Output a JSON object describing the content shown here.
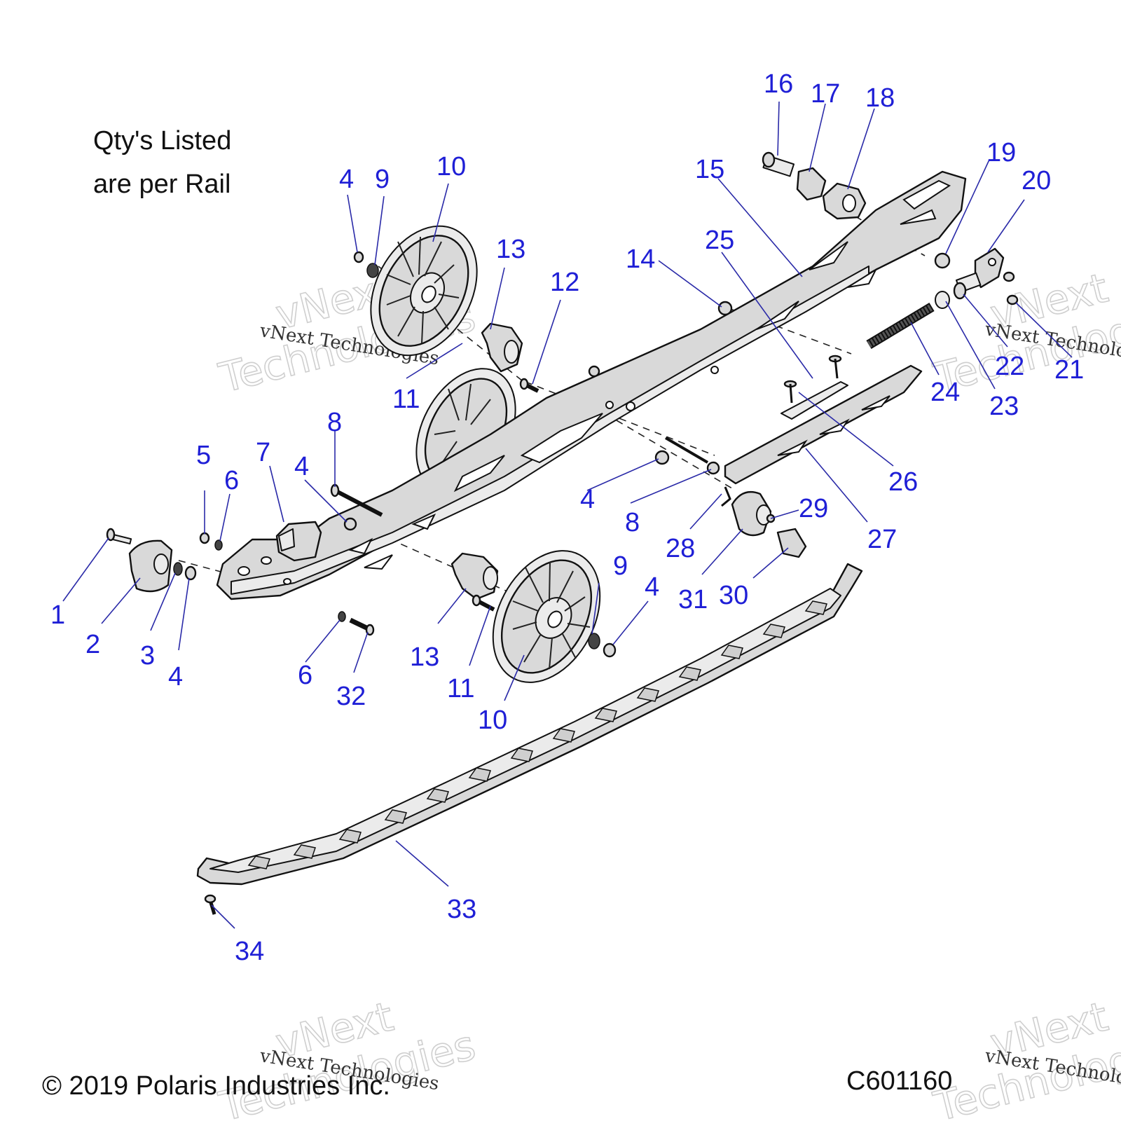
{
  "note": {
    "line1": "Qty's Listed",
    "line2": "are per Rail"
  },
  "footer": {
    "copyright": "© 2019 Polaris Industries Inc.",
    "diagram_code": "C601160"
  },
  "watermark": {
    "small": "vNext Technologies",
    "big_top": "vNext",
    "big_bottom": "Technologies"
  },
  "colors": {
    "callout": "#1f1fd6",
    "part_fill": "#d9d9d9",
    "outline": "#111111"
  },
  "callouts": [
    {
      "id": "c1",
      "label": "1"
    },
    {
      "id": "c2",
      "label": "2"
    },
    {
      "id": "c3",
      "label": "3"
    },
    {
      "id": "c4a",
      "label": "4"
    },
    {
      "id": "c4b",
      "label": "4"
    },
    {
      "id": "c4c",
      "label": "4"
    },
    {
      "id": "c4d",
      "label": "4"
    },
    {
      "id": "c4e",
      "label": "4"
    },
    {
      "id": "c5",
      "label": "5"
    },
    {
      "id": "c6a",
      "label": "6"
    },
    {
      "id": "c6b",
      "label": "6"
    },
    {
      "id": "c7",
      "label": "7"
    },
    {
      "id": "c8a",
      "label": "8"
    },
    {
      "id": "c8b",
      "label": "8"
    },
    {
      "id": "c9a",
      "label": "9"
    },
    {
      "id": "c9b",
      "label": "9"
    },
    {
      "id": "c10a",
      "label": "10"
    },
    {
      "id": "c10b",
      "label": "10"
    },
    {
      "id": "c11a",
      "label": "11"
    },
    {
      "id": "c11b",
      "label": "11"
    },
    {
      "id": "c12",
      "label": "12"
    },
    {
      "id": "c13a",
      "label": "13"
    },
    {
      "id": "c13b",
      "label": "13"
    },
    {
      "id": "c14",
      "label": "14"
    },
    {
      "id": "c15",
      "label": "15"
    },
    {
      "id": "c16",
      "label": "16"
    },
    {
      "id": "c17",
      "label": "17"
    },
    {
      "id": "c18",
      "label": "18"
    },
    {
      "id": "c19",
      "label": "19"
    },
    {
      "id": "c20",
      "label": "20"
    },
    {
      "id": "c21",
      "label": "21"
    },
    {
      "id": "c22",
      "label": "22"
    },
    {
      "id": "c23",
      "label": "23"
    },
    {
      "id": "c24",
      "label": "24"
    },
    {
      "id": "c25",
      "label": "25"
    },
    {
      "id": "c26",
      "label": "26"
    },
    {
      "id": "c27",
      "label": "27"
    },
    {
      "id": "c28",
      "label": "28"
    },
    {
      "id": "c29",
      "label": "29"
    },
    {
      "id": "c30",
      "label": "30"
    },
    {
      "id": "c31",
      "label": "31"
    },
    {
      "id": "c32",
      "label": "32"
    },
    {
      "id": "c33",
      "label": "33"
    },
    {
      "id": "c34",
      "label": "34"
    }
  ]
}
